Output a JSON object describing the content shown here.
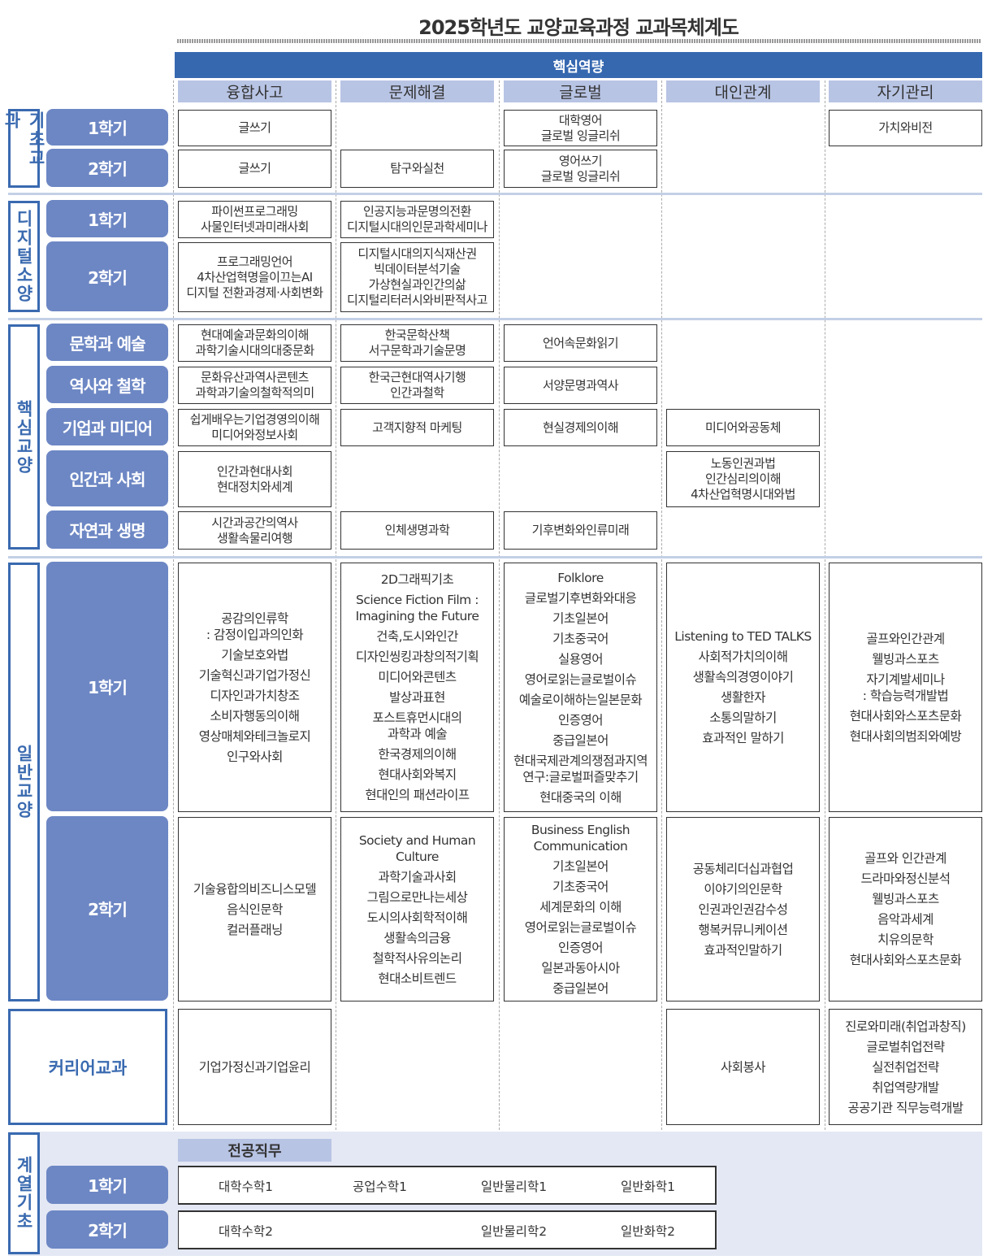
{
  "title": "2025학년도 교양교육과정 교과목체계도",
  "core_competency_label": "핵심역량",
  "columns": [
    "융합사고",
    "문제해결",
    "글로벌",
    "대인관계",
    "자기관리"
  ],
  "groups": [
    {
      "label": "기초교과",
      "rows": [
        {
          "label": "1학기",
          "cells": [
            [
              "글쓰기"
            ],
            null,
            [
              "대학영어",
              "글로벌 잉글리쉬"
            ],
            null,
            [
              "가치와비전"
            ]
          ]
        },
        {
          "label": "2학기",
          "cells": [
            [
              "글쓰기"
            ],
            [
              "탐구와실천"
            ],
            [
              "영어쓰기",
              "글로벌 잉글리쉬"
            ],
            null,
            null
          ]
        }
      ]
    },
    {
      "label": "디지털소양",
      "rows": [
        {
          "label": "1학기",
          "cells": [
            [
              "파이썬프로그래밍",
              "사물인터넷과미래사회"
            ],
            [
              "인공지능과문명의전환",
              "디지털시대의인문과학세미나"
            ],
            null,
            null,
            null
          ]
        },
        {
          "label": "2학기",
          "cells": [
            [
              "프로그래밍언어",
              "4차산업혁명을이끄는AI",
              "디지털 전환과경제·사회변화"
            ],
            [
              "디지털시대의지식재산권",
              "빅데이터분석기술",
              "가상현실과인간의삶",
              "디지털리터러시와비판적사고"
            ],
            null,
            null,
            null
          ]
        }
      ]
    },
    {
      "label": "핵심교양",
      "rows": [
        {
          "label": "문학과 예술",
          "cells": [
            [
              "현대예술과문화의이해",
              "과학기술시대의대중문화"
            ],
            [
              "한국문학산책",
              "서구문학과기술문명"
            ],
            [
              "언어속문화읽기"
            ],
            null,
            null
          ]
        },
        {
          "label": "역사와 철학",
          "cells": [
            [
              "문화유산과역사콘텐츠",
              "과학과기술의철학적의미"
            ],
            [
              "한국근현대역사기행",
              "인간과철학"
            ],
            [
              "서양문명과역사"
            ],
            null,
            null
          ]
        },
        {
          "label": "기업과 미디어",
          "cells": [
            [
              "쉽게배우는기업경영의이해",
              "미디어와정보사회"
            ],
            [
              "고객지향적 마케팅"
            ],
            [
              "현실경제의이해"
            ],
            [
              "미디어와공동체"
            ],
            null
          ]
        },
        {
          "label": "인간과 사회",
          "cells": [
            [
              "인간과현대사회",
              "현대정치와세계"
            ],
            null,
            null,
            [
              "노동인권과법",
              "인간심리의이해",
              "4차산업혁명시대와법"
            ],
            null
          ]
        },
        {
          "label": "자연과 생명",
          "cells": [
            [
              "시간과공간의역사",
              "생활속물리여행"
            ],
            [
              "인체생명과학"
            ],
            [
              "기후변화와인류미래"
            ],
            null,
            null
          ]
        }
      ]
    },
    {
      "label": "일반교양",
      "rows": [
        {
          "label": "1학기",
          "cells": [
            [
              "공감의인류학\n: 감정이입과의인화",
              "기술보호와법",
              "기술혁신과기업가정신",
              "디자인과가치창조",
              "소비자행동의이해",
              "영상매체와테크놀로지",
              "인구와사회"
            ],
            [
              "2D그래픽기초",
              "Science Fiction Film :\nImagining the Future",
              "건축,도시와인간",
              "디자인씽킹과창의적기획",
              "미디어와콘텐츠",
              "발상과표현",
              "포스트휴먼시대의\n과학과 예술",
              "한국경제의이해",
              "현대사회와복지",
              "현대인의 패션라이프"
            ],
            [
              "Folklore",
              "글로벌기후변화와대응",
              "기초일본어",
              "기초중국어",
              "실용영어",
              "영어로읽는글로벌이슈",
              "예술로이해하는일본문화",
              "인증영어",
              "중급일본어",
              "현대국제관계의쟁점과지역\n연구:글로벌퍼즐맞추기",
              "현대중국의 이해"
            ],
            [
              "Listening to TED TALKS",
              "사회적가치의이해",
              "생활속의경영이야기",
              "생활한자",
              "소통의말하기",
              "효과적인 말하기"
            ],
            [
              "골프와인간관계",
              "웰빙과스포츠",
              "자기계발세미나\n: 학습능력개발법",
              "현대사회와스포츠문화",
              "현대사회의범죄와예방"
            ]
          ]
        },
        {
          "label": "2학기",
          "cells": [
            [
              "기술융합의비즈니스모델",
              "음식인문학",
              "컬러플래닝"
            ],
            [
              "Society and Human\nCulture",
              "과학기술과사회",
              "그림으로만나는세상",
              "도시의사회학적이해",
              "생활속의금융",
              "철학적사유의논리",
              "현대소비트렌드"
            ],
            [
              "Business English\nCommunication",
              "기초일본어",
              "기초중국어",
              "세계문화의 이해",
              "영어로읽는글로벌이슈",
              "인증영어",
              "일본과동아시아",
              "중급일본어"
            ],
            [
              "공동체리더십과협업",
              "이야기의인문학",
              "인권과인권감수성",
              "행복커뮤니케이션",
              "효과적인말하기"
            ],
            [
              "골프와 인간관계",
              "드라마와정신분석",
              "웰빙과스포츠",
              "음악과세계",
              "치유의문학",
              "현대사회와스포츠문화"
            ]
          ]
        }
      ]
    }
  ],
  "career": {
    "label": "커리어교과",
    "cells": [
      [
        "기업가정신과기업윤리"
      ],
      null,
      null,
      [
        "사회봉사"
      ],
      [
        "진로와미래(취업과창직)",
        "글로벌취업전략",
        "실전취업전략",
        "취업역량개발",
        "공공기관 직무능력개발"
      ]
    ]
  },
  "foundation": {
    "label": "계열기초",
    "major_label": "전공직무",
    "rows": [
      {
        "label": "1학기",
        "items": [
          "대학수학1",
          "공업수학1",
          "일반물리학1",
          "일반화학1"
        ]
      },
      {
        "label": "2학기",
        "items": [
          "대학수학2",
          "",
          "일반물리학2",
          "일반화학2"
        ]
      }
    ]
  },
  "colors": {
    "accent": "#3668b0",
    "semester_pill": "#6d87c4",
    "column_header": "#b8c4e4",
    "foundation_bg": "#e4e8f4"
  }
}
